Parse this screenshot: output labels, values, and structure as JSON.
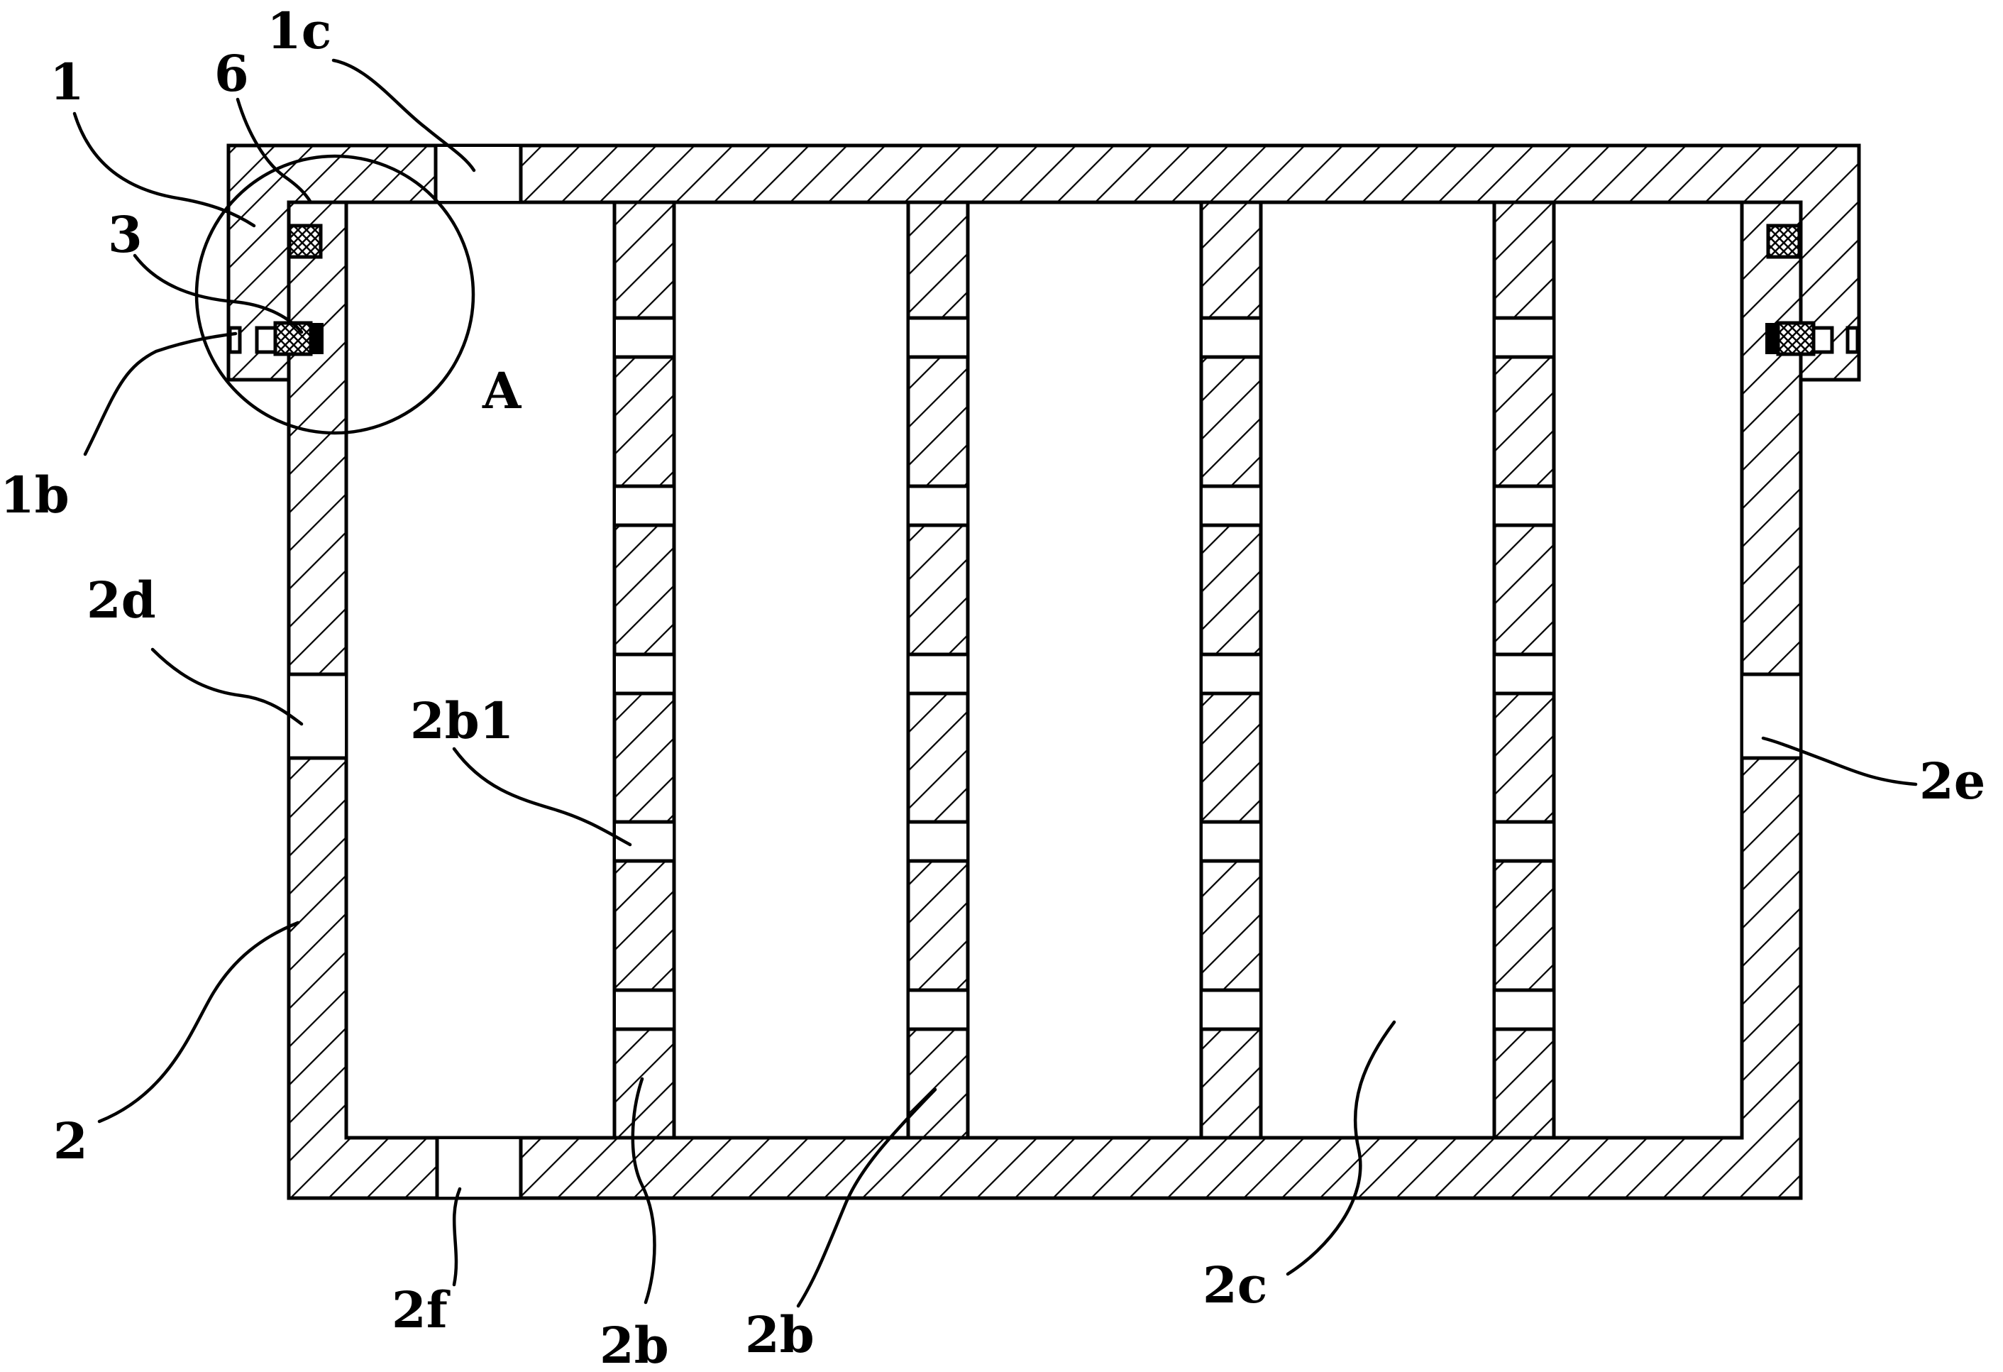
{
  "figure": {
    "labels": {
      "part_1": "1",
      "part_1c": "1c",
      "part_6": "6",
      "part_3": "3",
      "part_1b": "1b",
      "detail_A": "A",
      "part_2d": "2d",
      "part_2b1": "2b1",
      "part_2": "2",
      "part_2f": "2f",
      "part_2b_left": "2b",
      "part_2b_right": "2b",
      "part_2c": "2c",
      "part_2e": "2e"
    },
    "colors": {
      "line": "#000000",
      "background": "#ffffff"
    }
  }
}
